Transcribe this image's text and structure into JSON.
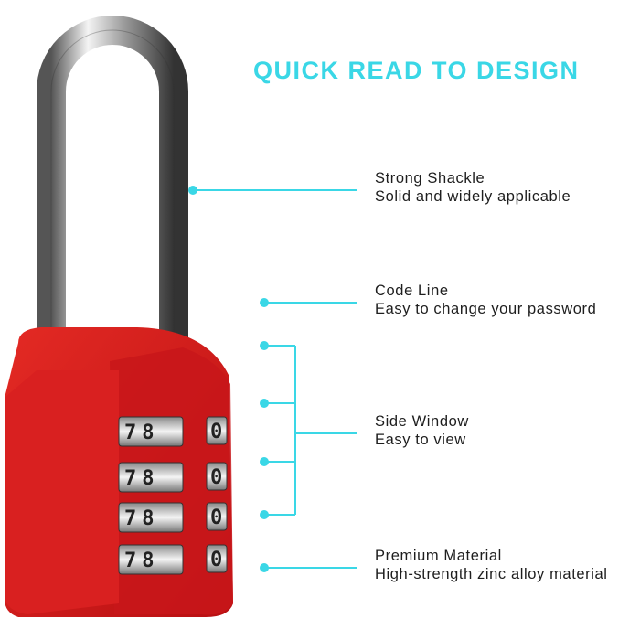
{
  "title": "QUICK READ TO DESIGN",
  "features": [
    {
      "heading": "Strong Shackle",
      "description": "Solid and widely applicable"
    },
    {
      "heading": "Code Line",
      "description": "Easy to change your password"
    },
    {
      "heading": "Side Window",
      "description": "Easy to view"
    },
    {
      "heading": "Premium Material",
      "description": "High-strength zinc alloy material"
    }
  ],
  "lock": {
    "dials": [
      {
        "front": "78",
        "side": "0"
      },
      {
        "front": "78",
        "side": "0"
      },
      {
        "front": "78",
        "side": "0"
      },
      {
        "front": "78",
        "side": "0"
      }
    ]
  },
  "colors": {
    "accent": "#3ad7e6",
    "lock_body": "#d41a1a",
    "text": "#1e1e1e"
  }
}
